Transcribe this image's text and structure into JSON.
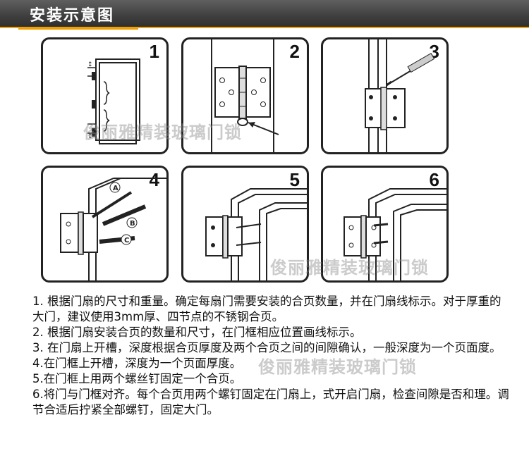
{
  "header": {
    "title": "安装示意图"
  },
  "panels": [
    {
      "number": "1",
      "icon": "door-frame-diagram"
    },
    {
      "number": "2",
      "icon": "hinge-closeup-diagram"
    },
    {
      "number": "3",
      "icon": "chisel-mark-diagram"
    },
    {
      "number": "4",
      "icon": "tools-on-hinge-diagram",
      "tool_labels": [
        "A",
        "B",
        "C"
      ]
    },
    {
      "number": "5",
      "icon": "hinge-on-frame-diagram"
    },
    {
      "number": "6",
      "icon": "door-aligned-diagram"
    }
  ],
  "watermark": {
    "text": "俊丽雅精装玻璃门锁"
  },
  "steps": [
    "1. 根据门扇的尺寸和重量。确定每扇门需要安装的合页数量，并在门扇线标示。对于厚重的大门，建议使用3mm厚、四节点的不锈钢合页。",
    "2. 根据门扇安装合页的数量和尺寸，在门框相应位置画线标示。",
    "3. 在门扇上开槽，深度根据合页厚度及两个合页之间的间隙确认，一般深度为一个页面度。",
    "4.在门框上开槽，深度为一个页面厚度。",
    "5.在门框上用两个螺丝钉固定一个合页。",
    "6.将门与门框对齐。每个合页用两个螺钉固定在门扇上，式开启门扇，检查间隙是否和理。调节合适后拧紧全部螺钉，固定大门。"
  ]
}
